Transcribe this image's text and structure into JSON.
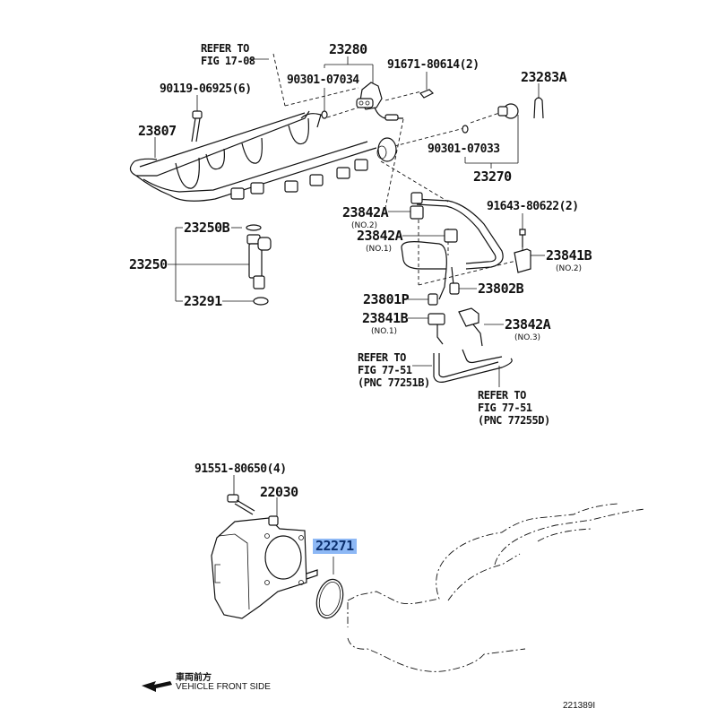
{
  "diagram": {
    "title": "Fuel injection system / throttle body parts diagram",
    "figure_id": "221389I",
    "direction_note": {
      "jp": "車両前方",
      "en": "VEHICLE FRONT SIDE"
    },
    "labels": {
      "refer_fig_17_08": [
        "REFER TO",
        "FIG 17-08"
      ],
      "p23280": "23280",
      "p90301_07034": "90301-07034",
      "p91671_80614": "91671-80614(2)",
      "p23283A": "23283A",
      "p90119_06925": "90119-06925(6)",
      "p23807": "23807",
      "p90301_07033": "90301-07033",
      "p23270": "23270",
      "p91643_80622": "91643-80622(2)",
      "p23842A_no2": "23842A",
      "p23842A_no2_sub": "(NO.2)",
      "p23842A_no1": "23842A",
      "p23842A_no1_sub": "(NO.1)",
      "p23841B_no2": "23841B",
      "p23841B_no2_sub": "(NO.2)",
      "p23250B": "23250B",
      "p23250": "23250",
      "p23291": "23291",
      "p23801P": "23801P",
      "p23802B": "23802B",
      "p23841B_no1": "23841B",
      "p23841B_no1_sub": "(NO.1)",
      "p23842A_no3": "23842A",
      "p23842A_no3_sub": "(NO.3)",
      "refer_fig_77_51_a": [
        "REFER TO",
        "FIG 77-51",
        "(PNC 77251B)"
      ],
      "refer_fig_77_51_b": [
        "REFER TO",
        "FIG 77-51",
        "(PNC 77255D)"
      ],
      "p91551_80650": "91551-80650(4)",
      "p22030": "22030",
      "p22271": "22271"
    },
    "highlight": {
      "part": "22271",
      "color": "#8db8f5"
    }
  }
}
